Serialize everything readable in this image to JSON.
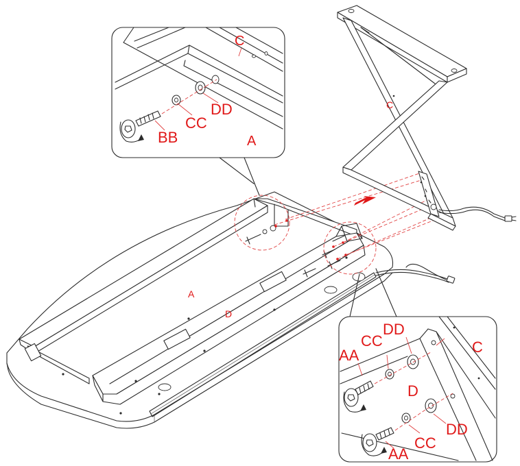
{
  "labels": {
    "main_top_c": "C",
    "main_a": "A",
    "main_d": "D",
    "inset1_c": "C",
    "inset1_a": "A",
    "inset1_bb": "BB",
    "inset1_cc": "CC",
    "inset1_dd": "DD",
    "inset2_c": "C",
    "inset2_d": "D",
    "inset2_aa_top": "AA",
    "inset2_cc_top": "CC",
    "inset2_dd_top": "DD",
    "inset2_aa_bottom": "AA",
    "inset2_cc_bottom": "CC",
    "inset2_dd_bottom": "DD"
  },
  "colors": {
    "line": "#2b2b2b",
    "label": "#e01818",
    "guide": "#e04040"
  },
  "icons": [
    "direction-arrow-icon",
    "rotation-arrow-icon",
    "bolt-icon",
    "washer-icon",
    "flat-washer-icon",
    "cable-plug-icon"
  ]
}
